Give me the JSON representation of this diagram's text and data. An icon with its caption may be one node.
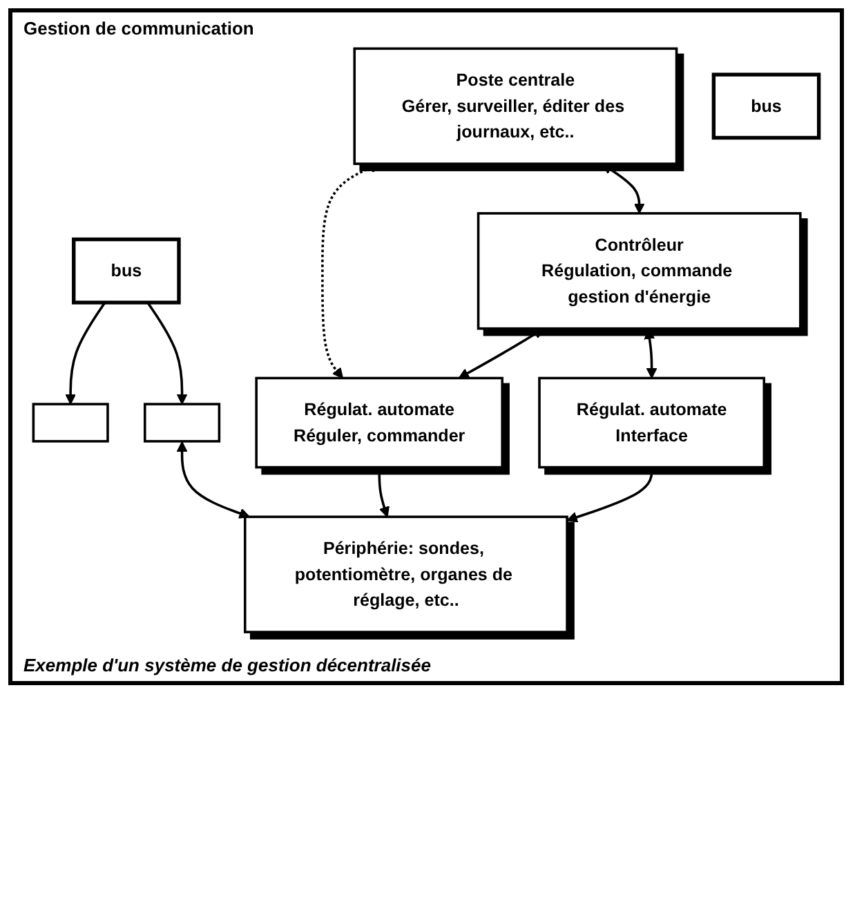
{
  "diagram": {
    "caption": "Exemple d'un système de gestion décentralisée",
    "nodes": [
      {
        "text": [
          "Poste centrale",
          "Gérer, surveiller, éditer des journaux, etc.."
        ]
      },
      {
        "text": [
          "bus"
        ]
      },
      {
        "text": [],
        "shape": "box"
      },
      {
        "text": [
          "Contrôleur",
          "Régulation, commande gestion d'énergie"
        ]
      },
      {
        "text": [],
        "shape": "box"
      },
      {
        "text": [
          "bus"
        ]
      },
      {
        "text": [
          "Régulat. automate",
          "Réguler, commander"
        ]
      },
      {
        "text": [
          "Régulat. automate",
          "Interface"
        ]
      },
      {
        "text": [
          "Périphérie: sondes, potentiomètre, organes de réglage, etc.."
        ]
      }
    ],
    "edges": [
      {
        "from": 0,
        "to": 3,
        "arrow": "both"
      },
      {
        "from": 1,
        "to": 2,
        "arrow": "to"
      },
      {
        "from": 1,
        "to": 4,
        "arrow": "to"
      },
      {
        "from": 0,
        "to": 6,
        "arrow": "both",
        "style": "dashed"
      },
      {
        "from": 3,
        "to": 6,
        "arrow": "both"
      },
      {
        "from": 3,
        "to": 7,
        "arrow": "both"
      },
      {
        "from": 4,
        "to": 8,
        "arrow": "both"
      },
      {
        "from": 6,
        "to": 8,
        "arrow": "to"
      },
      {
        "from": 7,
        "to": 8,
        "arrow": "to"
      }
    ],
    "labels": [
      "Gestion de communication"
    ]
  }
}
